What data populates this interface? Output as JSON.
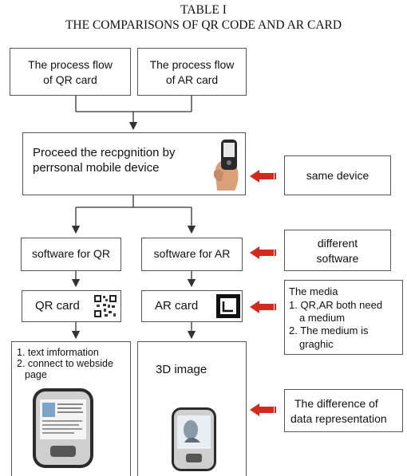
{
  "caption": {
    "number": "TABLE I",
    "title": "THE COMPARISONS OF QR CODE AND AR CARD"
  },
  "flow": {
    "qr_header": [
      "The process flow",
      "of QR card"
    ],
    "ar_header": [
      "The process flow",
      "of AR card"
    ],
    "recognition": [
      "Proceed the recpgnition by",
      "perrsonal mobile device"
    ],
    "software_qr": "software for QR",
    "software_ar": "software for AR",
    "qr_card": "QR card",
    "ar_card": "AR card",
    "qr_result": [
      "1.  text  imformation",
      "2. connect to webside",
      "page"
    ],
    "ar_result": "3D image"
  },
  "notes": {
    "same_device": "same device",
    "different_software": [
      "different",
      "software"
    ],
    "media": [
      "The media",
      "1. QR,AR both need",
      "a medium",
      "2. The medium is",
      "graghic"
    ],
    "data_representation": [
      "The difference of",
      "data representation"
    ]
  },
  "colors": {
    "arrow_red": "#d42a1e",
    "line": "#333333"
  }
}
